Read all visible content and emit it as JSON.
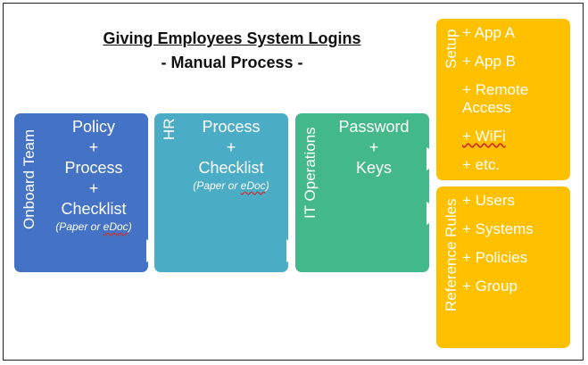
{
  "title": "Giving Employees System Logins",
  "subtitle": "- Manual Process -",
  "colors": {
    "onboard": "#4472C4",
    "hr": "#4BACC6",
    "it": "#43B98B",
    "gold": "#FFC000"
  },
  "onboard": {
    "label": "Onboard Team",
    "lines": [
      "Policy",
      "+",
      "Process",
      "+",
      "Checklist"
    ],
    "note_pre": "(Paper or ",
    "note_wavy": "eDoc",
    "note_post": ")"
  },
  "hr": {
    "label": "HR",
    "lines": [
      "Process",
      "+",
      "Checklist"
    ],
    "note_pre": "(Paper or ",
    "note_wavy": "eDoc",
    "note_post": ")"
  },
  "it": {
    "label": "IT Operations",
    "lines": [
      "Password",
      "+",
      "Keys"
    ]
  },
  "setup": {
    "label": "Setup",
    "items": [
      "+ App A",
      "+ App B",
      "+ Remote",
      "Access",
      "+ WiFi",
      "+ etc."
    ]
  },
  "rules": {
    "label": "Reference Rules",
    "items": [
      "+ Users",
      "+ Systems",
      "+ Policies",
      "+ Group"
    ]
  }
}
